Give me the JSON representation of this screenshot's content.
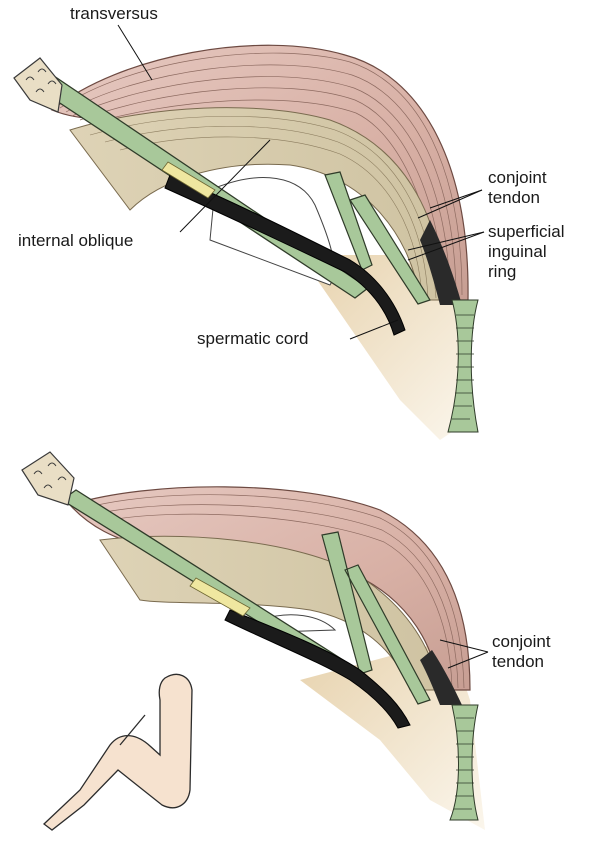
{
  "upper_panel": {
    "label_transversus": "transversus",
    "label_internal_oblique": "internal oblique",
    "label_conjoint_line1": "conjoint",
    "label_conjoint_line2": "tendon",
    "label_ring_line1": "superficial",
    "label_ring_line2": "inguinal",
    "label_ring_line3": "ring",
    "label_spermatic_cord": "spermatic cord"
  },
  "lower_panel": {
    "label_conjoint_line1": "conjoint",
    "label_conjoint_line2": "tendon"
  },
  "colors": {
    "muscle_pink": "#d9b3a8",
    "muscle_fibre": "#a87e73",
    "aponeurosis_green": "#a8c89a",
    "skin_tan": "#ead9bd",
    "cord_black": "#1b1b1b",
    "tendon_yellow": "#efe7a0"
  }
}
